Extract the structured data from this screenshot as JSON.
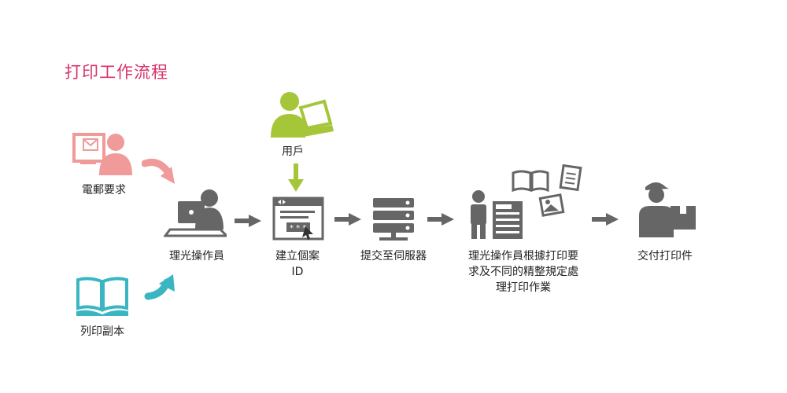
{
  "title": "打印工作流程",
  "colors": {
    "title": "#d6336c",
    "email": "#f09a9a",
    "book": "#3ab6c3",
    "user": "#a6c639",
    "operator": "#666666",
    "arrow": "#666666"
  },
  "nodes": {
    "email_request": {
      "label": "電郵要求",
      "icon": "email-person-icon"
    },
    "print_copy": {
      "label": "列印副本",
      "icon": "open-book-icon"
    },
    "user": {
      "label": "用戶",
      "icon": "user-laptop-icon"
    },
    "operator": {
      "label": "理光操作員",
      "icon": "operator-computer-icon"
    },
    "create_id": {
      "label_line1": "建立個案",
      "label_line2": "ID",
      "icon": "browser-password-icon"
    },
    "submit_server": {
      "label": "提交至伺服器",
      "icon": "server-icon"
    },
    "process": {
      "line1": "理光操作員根據打印要",
      "line2": "求及不同的精整規定處",
      "line3": "理打印作業",
      "icon": "operator-printer-icon"
    },
    "deliver": {
      "label": "交付打印件",
      "icon": "delivery-person-icon"
    }
  }
}
